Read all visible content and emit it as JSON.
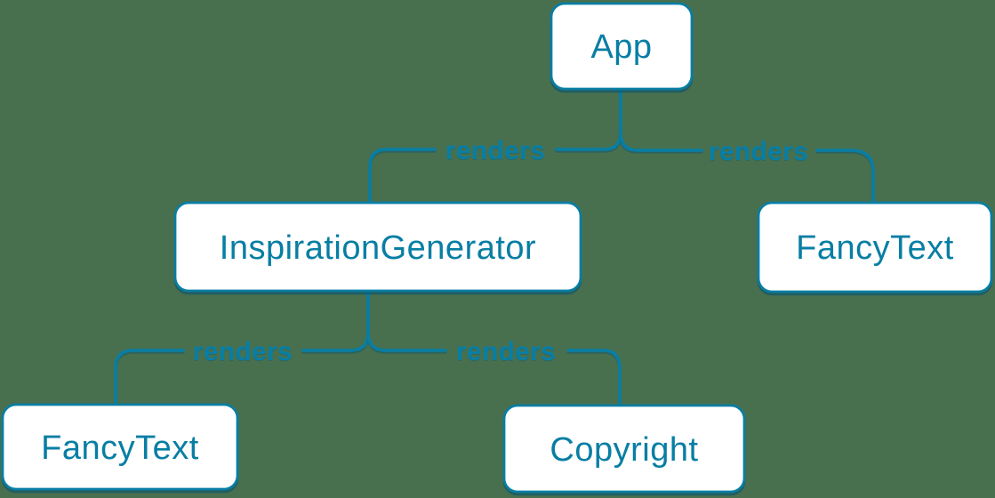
{
  "colors": {
    "background": "#48704f",
    "accent": "#087ea4",
    "node_fill": "#ffffff",
    "shadow": "#04506e"
  },
  "nodes": [
    {
      "id": "app",
      "label": "App"
    },
    {
      "id": "inspiration-generator",
      "label": "InspirationGenerator"
    },
    {
      "id": "fancy-text-top",
      "label": "FancyText"
    },
    {
      "id": "fancy-text-bottom",
      "label": "FancyText"
    },
    {
      "id": "copyright",
      "label": "Copyright"
    }
  ],
  "edges": [
    {
      "from": "App",
      "to": "InspirationGenerator",
      "label": "renders"
    },
    {
      "from": "App",
      "to": "FancyText",
      "label": "renders"
    },
    {
      "from": "InspirationGenerator",
      "to": "FancyText",
      "label": "renders"
    },
    {
      "from": "InspirationGenerator",
      "to": "Copyright",
      "label": "renders"
    }
  ]
}
